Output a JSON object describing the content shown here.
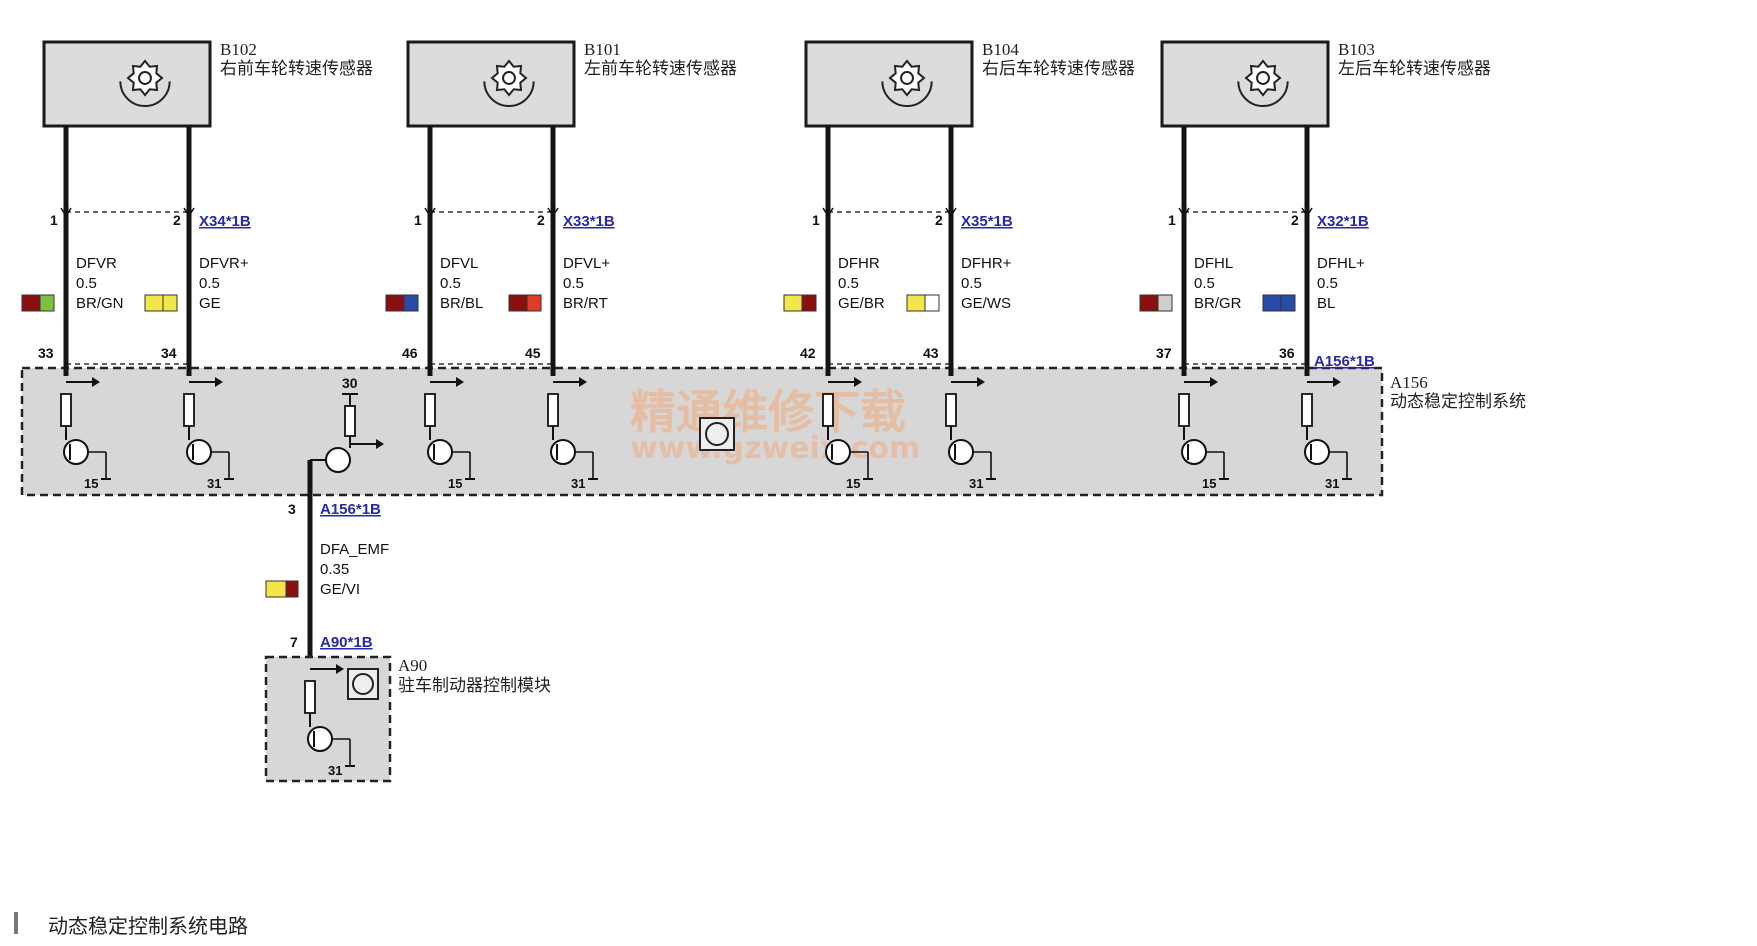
{
  "sensors": [
    {
      "code": "B102",
      "name": "右前车轮转速传感器",
      "connector": "X34*1B",
      "wires": [
        {
          "pin_top": "1",
          "signal": "DFVR",
          "size": "0.5",
          "color": "BR/GN",
          "swatch": [
            "#8a1010",
            "#7cc040"
          ],
          "pin_bottom": "33",
          "gnd": "15"
        },
        {
          "pin_top": "2",
          "signal": "DFVR+",
          "size": "0.5",
          "color": "GE",
          "swatch": [
            "#f2e64a",
            "#f2e64a"
          ],
          "pin_bottom": "34",
          "gnd": "31"
        }
      ]
    },
    {
      "code": "B101",
      "name": "左前车轮转速传感器",
      "connector": "X33*1B",
      "wires": [
        {
          "pin_top": "1",
          "signal": "DFVL",
          "size": "0.5",
          "color": "BR/BL",
          "swatch": [
            "#8a1010",
            "#2a4aa8"
          ],
          "pin_bottom": "46",
          "gnd": "15"
        },
        {
          "pin_top": "2",
          "signal": "DFVL+",
          "size": "0.5",
          "color": "BR/RT",
          "swatch": [
            "#8a1010",
            "#e03a2a"
          ],
          "pin_bottom": "45",
          "gnd": "31"
        }
      ]
    },
    {
      "code": "B104",
      "name": "右后车轮转速传感器",
      "connector": "X35*1B",
      "wires": [
        {
          "pin_top": "1",
          "signal": "DFHR",
          "size": "0.5",
          "color": "GE/BR",
          "swatch": [
            "#f2e64a",
            "#8a1010"
          ],
          "pin_bottom": "42",
          "gnd": "15"
        },
        {
          "pin_top": "2",
          "signal": "DFHR+",
          "size": "0.5",
          "color": "GE/WS",
          "swatch": [
            "#f2e64a",
            "#ffffff"
          ],
          "pin_bottom": "43",
          "gnd": "31"
        }
      ]
    },
    {
      "code": "B103",
      "name": "左后车轮转速传感器",
      "connector": "X32*1B",
      "wires": [
        {
          "pin_top": "1",
          "signal": "DFHL",
          "size": "0.5",
          "color": "BR/GR",
          "swatch": [
            "#8a1010",
            "#cfcfcf"
          ],
          "pin_bottom": "37",
          "gnd": "15"
        },
        {
          "pin_top": "2",
          "signal": "DFHL+",
          "size": "0.5",
          "color": "BL",
          "swatch": [
            "#2a4aa8",
            "#2a4aa8"
          ],
          "pin_bottom": "36",
          "gnd": "31"
        }
      ]
    }
  ],
  "control_unit": {
    "code": "A156",
    "name": "动态稳定控制系统",
    "connector": "A156*1B",
    "supply_pin": "30",
    "out_pin": "3"
  },
  "output_wire": {
    "signal": "DFA_EMF",
    "size": "0.35",
    "color": "GE/VI",
    "swatch": [
      "#f2e64a",
      "#8a1010"
    ]
  },
  "parking_module": {
    "code": "A90",
    "name": "驻车制动器控制模块",
    "connector": "A90*1B",
    "pin": "7",
    "gnd": "31"
  },
  "watermark": {
    "line1": "精通维修下载",
    "line2": "www.gzweix.com"
  },
  "caption": "动态稳定控制系统电路",
  "colors": {
    "wire": "#141414",
    "module_fill": "#d7d7d7",
    "sensor_fill": "#dcdcdc",
    "connector_text": "#2a2aa8"
  }
}
